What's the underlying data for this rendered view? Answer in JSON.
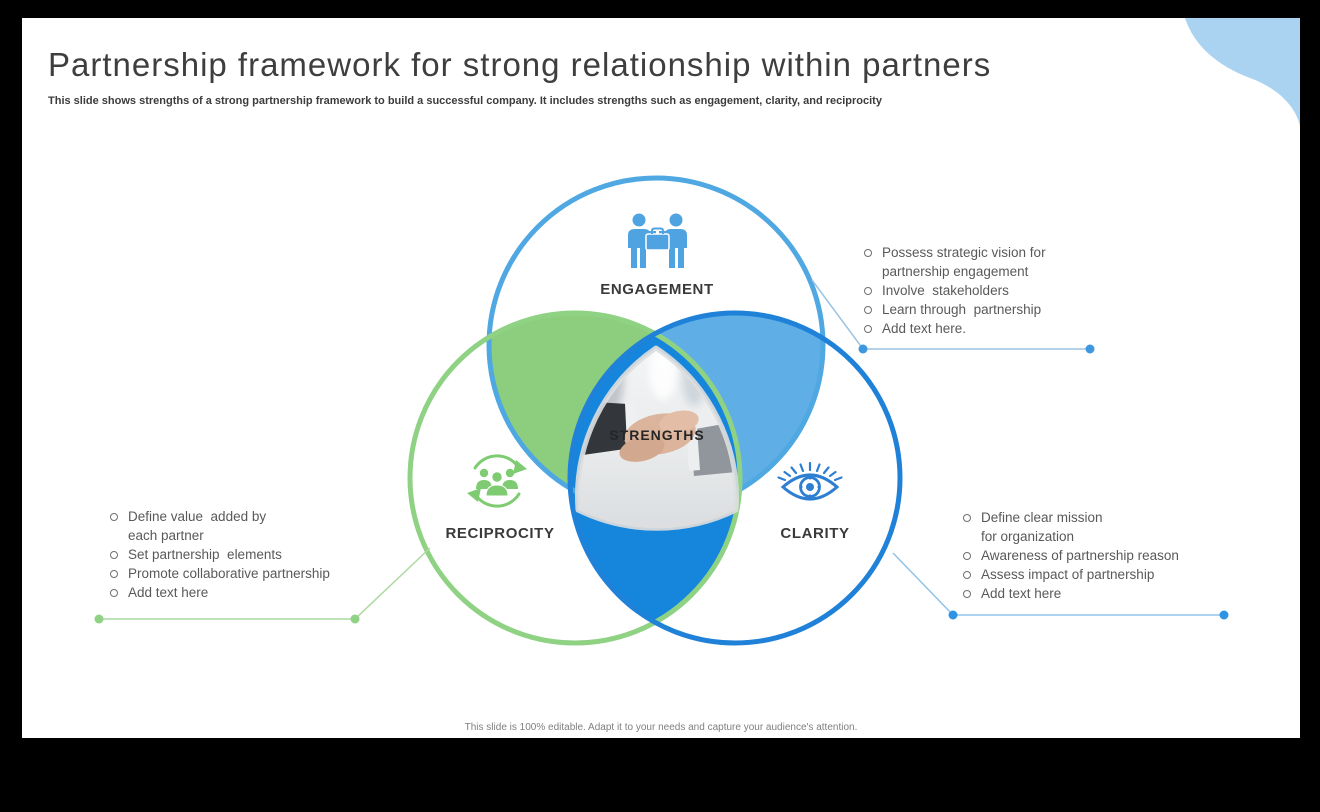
{
  "slide": {
    "title": "Partnership framework for strong relationship within partners",
    "subtitle": "This slide shows strengths of a strong partnership framework to build a successful company. It includes strengths such as engagement, clarity, and reciprocity",
    "footer": "This slide is 100% editable. Adapt it to your needs and capture your audience's attention."
  },
  "venn": {
    "center_label": "STRENGTHS",
    "circles": [
      {
        "id": "engagement",
        "label": "ENGAGEMENT",
        "icon": "partners-with-briefcase-icon",
        "stroke_color": "#4FA8E1"
      },
      {
        "id": "reciprocity",
        "label": "RECIPROCITY",
        "icon": "people-cycle-arrows-icon",
        "stroke_color": "#8FD284"
      },
      {
        "id": "clarity",
        "label": "CLARITY",
        "icon": "eye-target-icon",
        "stroke_color": "#1F82D8"
      }
    ],
    "overlap_colors": {
      "engagement_reciprocity": "#8CCE7D",
      "engagement_clarity": "#5FAEE6",
      "reciprocity_clarity": "#1586DC"
    },
    "center_image": "handshake-photo"
  },
  "callouts": {
    "engagement": {
      "accent": "#3F97DD",
      "items": [
        "Possess strategic vision for\npartnership engagement",
        "Involve  stakeholders",
        "Learn through  partnership",
        "Add text here."
      ]
    },
    "reciprocity": {
      "accent": "#8FD284",
      "items": [
        "Define value  added by\neach partner",
        "Set partnership  elements",
        "Promote collaborative partnership",
        "Add text here"
      ]
    },
    "clarity": {
      "accent": "#2E93E2",
      "items": [
        "Define clear mission\nfor organization",
        "Awareness of partnership reason",
        "Assess impact of partnership",
        "Add text here"
      ]
    }
  },
  "decor": {
    "corner_blob_color": "#A9D3F1"
  }
}
